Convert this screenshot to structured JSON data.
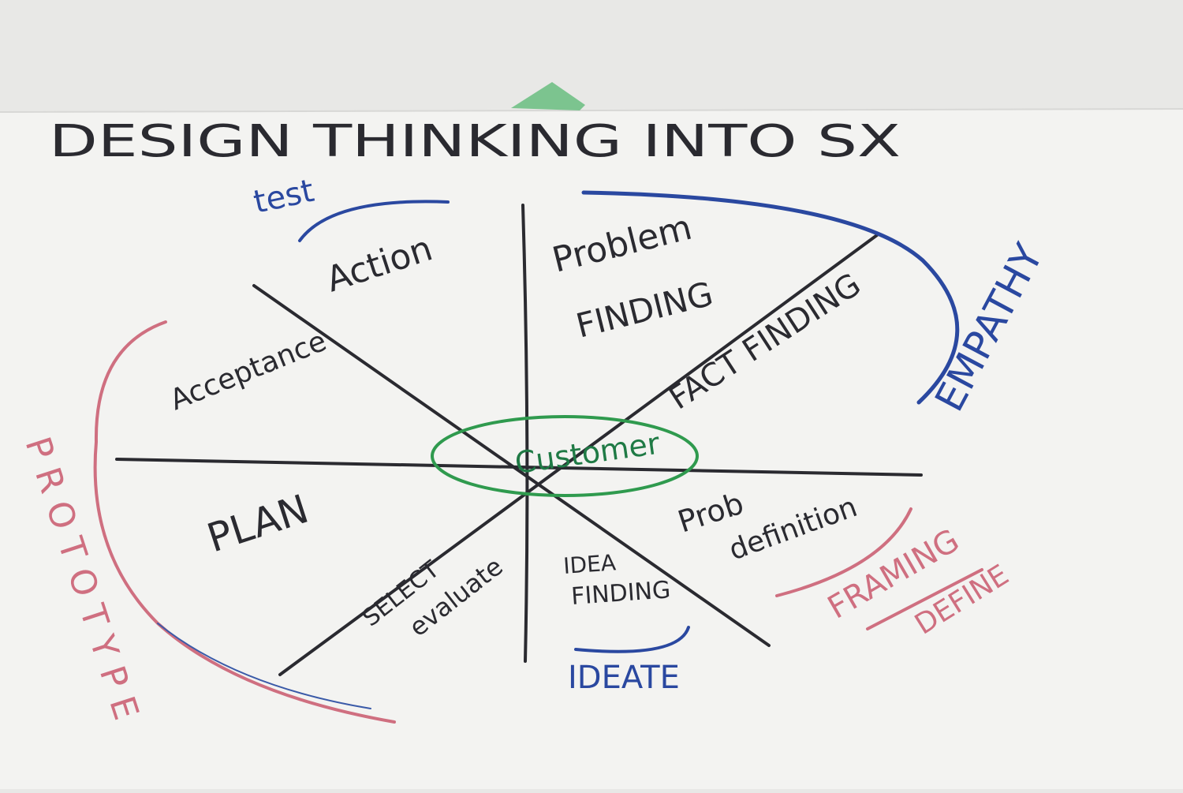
{
  "title": "DESIGN THINKING INTO SX",
  "center": "Customer",
  "segments": {
    "action": "Action",
    "problem_finding": [
      "Problem",
      "FINDING"
    ],
    "fact_finding": "FACT FINDING",
    "acceptance": "Acceptance",
    "plan": "PLAN",
    "prob_definition": [
      "Prob",
      "definition"
    ],
    "select_evaluate": [
      "SELECT",
      "evaluate"
    ],
    "idea_finding": [
      "IDEA",
      "FINDING"
    ]
  },
  "phases": {
    "test": "test",
    "empathy": "EMPATHY",
    "framing": "FRAMING",
    "define": "DEFINE",
    "ideate": "IDEATE",
    "prototype": "PROTOTYPE"
  },
  "colors": {
    "ink": "#2a2a30",
    "blue": "#2a48a0",
    "pink": "#cf6f80",
    "green": "#2f9a4e",
    "paper": "#f3f3f1",
    "tape": "#7cc48f"
  }
}
